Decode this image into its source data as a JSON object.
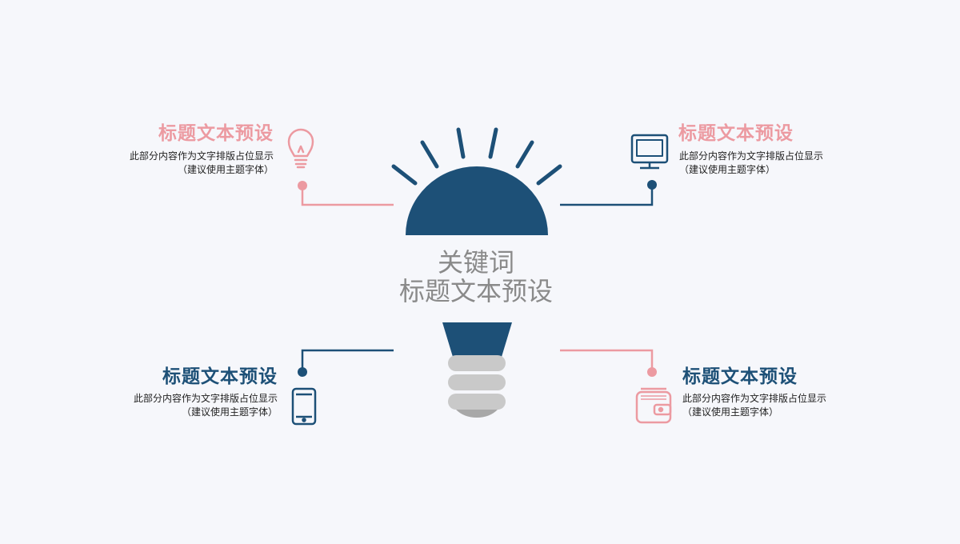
{
  "colors": {
    "navy": "#1d5077",
    "pink": "#ec9aa1",
    "gray": "#c9c9c9",
    "gray_dark": "#a8a8a8",
    "background": "#f6f7fb",
    "center_text": "#8a8a8a"
  },
  "center": {
    "line1": "关键词",
    "line2": "标题文本预设"
  },
  "items": [
    {
      "title": "标题文本预设",
      "desc_line1": "此部分内容作为文字排版占位显示",
      "desc_line2": "（建议使用主题字体）",
      "icon": "lightbulb-icon"
    },
    {
      "title": "标题文本预设",
      "desc_line1": "此部分内容作为文字排版占位显示",
      "desc_line2": "（建议使用主题字体）",
      "icon": "monitor-icon"
    },
    {
      "title": "标题文本预设",
      "desc_line1": "此部分内容作为文字排版占位显示",
      "desc_line2": "（建议使用主题字体）",
      "icon": "smartphone-icon"
    },
    {
      "title": "标题文本预设",
      "desc_line1": "此部分内容作为文字排版占位显示",
      "desc_line2": "（建议使用主题字体）",
      "icon": "wallet-icon"
    }
  ]
}
